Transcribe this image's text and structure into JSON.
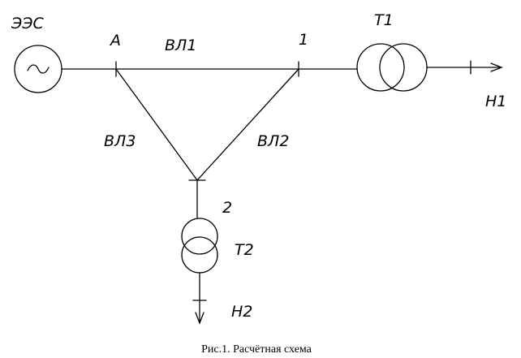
{
  "labels": {
    "source": "ЭЭС",
    "node_a": "А",
    "node_1": "1",
    "node_2": "2",
    "line_1": "ВЛ1",
    "line_2": "ВЛ2",
    "line_3": "ВЛ3",
    "transformer_1": "Т1",
    "transformer_2": "Т2",
    "load_1": "Н1",
    "load_2": "Н2"
  },
  "caption": "Рис.1. Расчётная схема"
}
